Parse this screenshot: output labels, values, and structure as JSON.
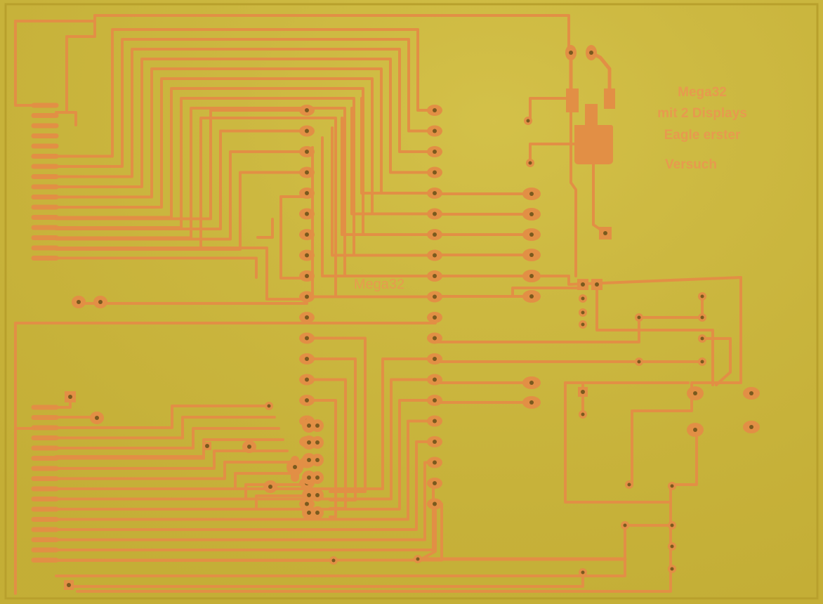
{
  "photo": {
    "subject": "etched-pcb",
    "colors": {
      "substrate": "#c9b43a",
      "substrate_light": "#d6c24a",
      "copper": "#e28f45",
      "copper_dark": "#c87a34",
      "hole": "#7a5a1e"
    }
  },
  "silkscreen": {
    "title_lines": [
      "Mega32",
      "mit 2 Displays",
      "Eagle erster",
      "Versuch"
    ],
    "chip_label": "Mega32"
  }
}
